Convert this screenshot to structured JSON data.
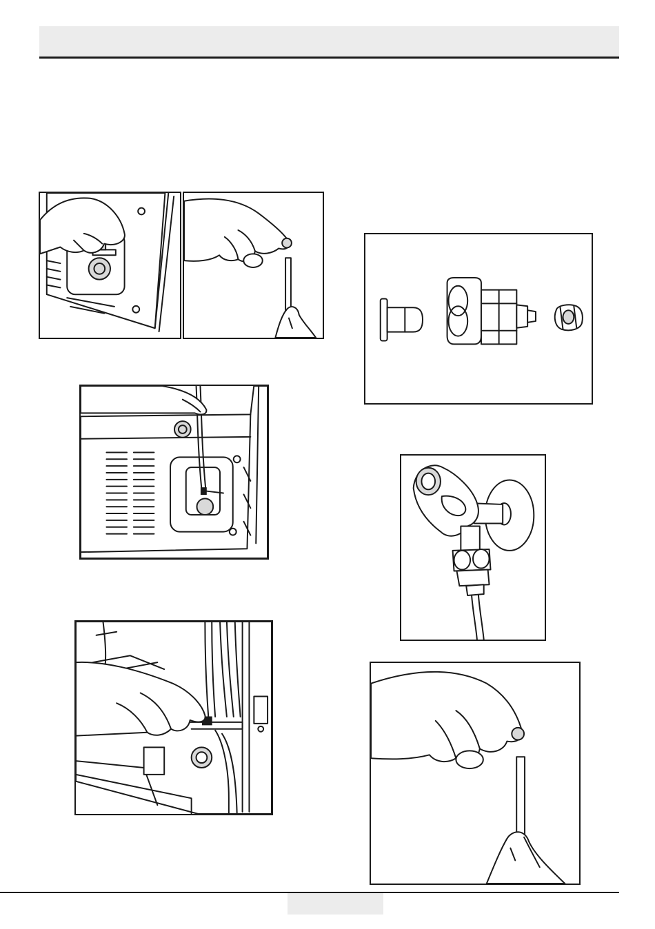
{
  "header": {
    "title": ""
  },
  "footer": {
    "page_number": ""
  },
  "figures": [
    {
      "id": "fig-remove-cap-from-valve",
      "icon": "hand-removing-cap-illustration"
    },
    {
      "id": "fig-insert-pipe",
      "icon": "hand-holding-cap-and-pipe-illustration"
    },
    {
      "id": "fig-connect-pipe-rear",
      "icon": "pipe-connected-to-rear-valve-illustration"
    },
    {
      "id": "fig-secure-pipe-clip",
      "icon": "hand-securing-pipe-clip-illustration"
    },
    {
      "id": "fig-valve-parts",
      "icon": "valve-adapter-and-nut-parts-illustration"
    },
    {
      "id": "fig-tap-connection",
      "icon": "angle-tap-with-hose-illustration"
    },
    {
      "id": "fig-cap-and-pipe-large",
      "icon": "hand-holding-cap-and-pipe-illustration"
    }
  ]
}
